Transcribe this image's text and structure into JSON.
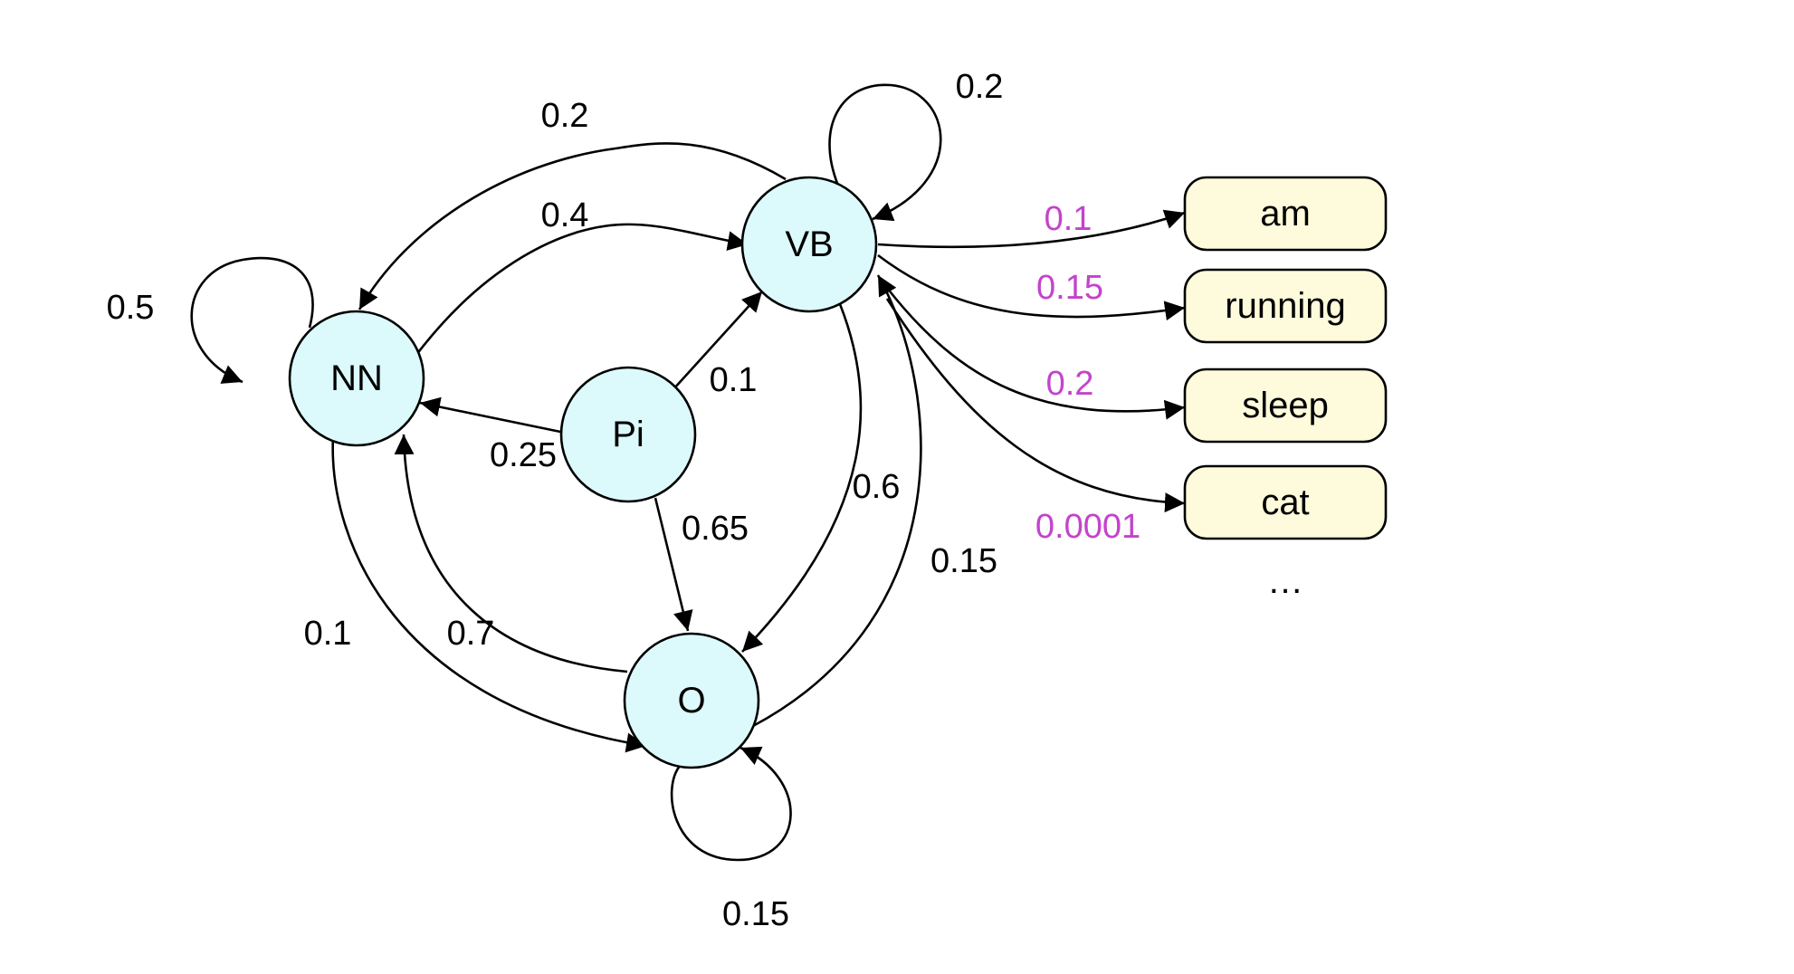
{
  "colors": {
    "state_fill": "#dcfafb",
    "observation_fill": "#fdfbdb",
    "transition_label": "#000000",
    "emission_label": "#c443cc",
    "edge": "#000000"
  },
  "states": {
    "nn": "NN",
    "vb": "VB",
    "pi": "Pi",
    "o": "O"
  },
  "observations": {
    "am": "am",
    "running": "running",
    "sleep": "sleep",
    "cat": "cat",
    "more": "…"
  },
  "transitions": {
    "nn_nn": "0.5",
    "vb_vb": "0.2",
    "o_o": "0.15",
    "vb_nn": "0.2",
    "nn_vb": "0.4",
    "pi_vb": "0.1",
    "pi_nn": "0.25",
    "pi_o": "0.65",
    "vb_o": "0.6",
    "o_vb": "0.15",
    "nn_o": "0.1",
    "o_nn": "0.7"
  },
  "emissions": {
    "vb_am": "0.1",
    "vb_running": "0.15",
    "vb_sleep": "0.2",
    "vb_cat": "0.0001"
  }
}
